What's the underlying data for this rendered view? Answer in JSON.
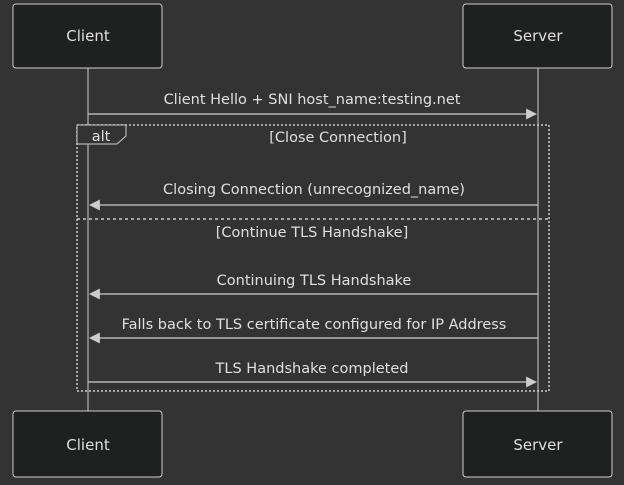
{
  "participants": {
    "client": "Client",
    "server": "Server"
  },
  "messages": [
    {
      "text": "Client Hello + SNI host_name:testing.net",
      "direction": "right"
    },
    {
      "text": "Closing Connection (unrecognized_name)",
      "direction": "left"
    },
    {
      "text": "Continuing TLS Handshake",
      "direction": "left"
    },
    {
      "text": "Falls back to TLS certificate configured for IP Address",
      "direction": "left"
    },
    {
      "text": "TLS Handshake completed",
      "direction": "right"
    }
  ],
  "alt_block": {
    "keyword": "alt",
    "condition_1": "[Close Connection]",
    "condition_2": "[Continue TLS Handshake]"
  },
  "colors": {
    "background": "#333333",
    "actor_fill": "#1f2020",
    "line": "#cccccc",
    "text": "#e0dfdf"
  }
}
